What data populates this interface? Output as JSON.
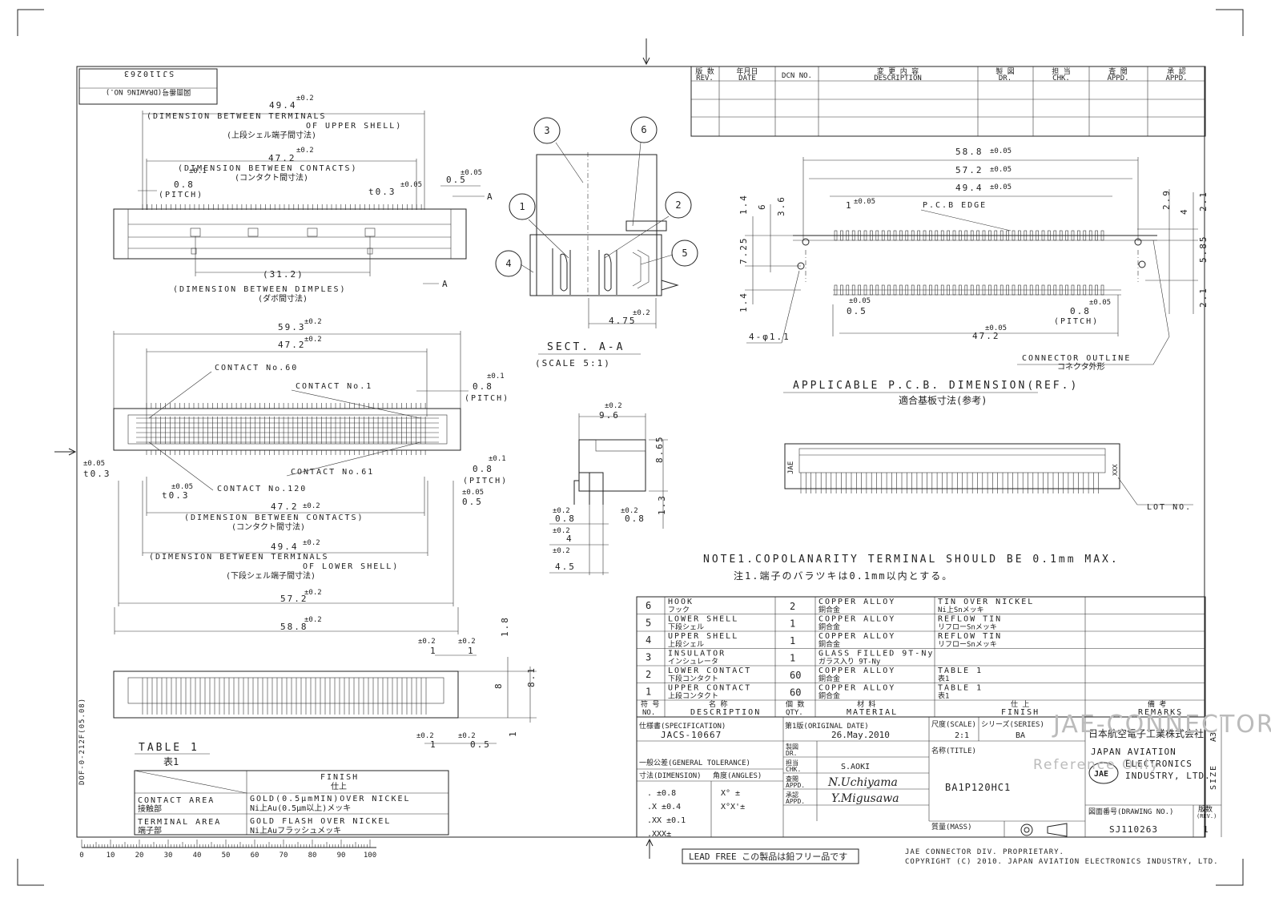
{
  "drawing_number_box": {
    "label": "図面番号(DRAWING NO.)",
    "value": "SJ110263"
  },
  "revision_table": {
    "headers": [
      {
        "jp": "版 数",
        "en": "REV."
      },
      {
        "jp": "年月日",
        "en": "DATE"
      },
      {
        "jp": "",
        "en": "DCN NO."
      },
      {
        "jp": "変 更 内 容",
        "en": "DESCRIPTION"
      },
      {
        "jp": "製 図",
        "en": "DR."
      },
      {
        "jp": "担 当",
        "en": "CHK."
      },
      {
        "jp": "査 閲",
        "en": "APPD."
      },
      {
        "jp": "承 認",
        "en": "APPD."
      }
    ]
  },
  "top_view": {
    "dim_terminals_upper": "49.4",
    "tol_02": "±0.2",
    "label_terminals_upper_1": "(DIMENSION BETWEEN TERMINALS",
    "label_terminals_upper_2": "OF UPPER SHELL)",
    "label_terminals_upper_jp": "(上段シェル端子間寸法)",
    "dim_contacts": "47.2",
    "label_contacts": "(DIMENSION BETWEEN CONTACTS)",
    "label_contacts_jp": "(コンタクト間寸法)",
    "pitch": "0.8",
    "tol_01": "±0.1",
    "label_pitch": "(PITCH)",
    "t03": "t0.3",
    "tol_005": "±0.05",
    "dim_05": "0.5",
    "section_mark": "A",
    "dim_dimples": "(31.2)",
    "label_dimples": "(DIMENSION BETWEEN DIMPLES)",
    "label_dimples_jp": "(ダボ間寸法)"
  },
  "section": {
    "balloons": [
      "1",
      "2",
      "3",
      "4",
      "5",
      "6"
    ],
    "dim": "4.75",
    "tol": "±0.2",
    "title": "SECT. A-A",
    "scale": "(SCALE 5:1)"
  },
  "pcb": {
    "dim_588": "58.8",
    "dim_572": "57.2",
    "dim_494": "49.4",
    "tol": "±0.05",
    "edge_label": "P.C.B EDGE",
    "dim_1": "1",
    "v_14a": "1.4",
    "v_6": "6",
    "v_36": "3.6",
    "v_725": "7.25",
    "v_14b": "1.4",
    "v_29": "2.9",
    "v_4": "4",
    "v_21a": "2.1",
    "v_585": "5.85",
    "v_21b": "2.1",
    "holes": "4-φ1.1",
    "dim_05": "0.5",
    "dim_08": "0.8",
    "pitch": "(PITCH)",
    "dim_472": "47.2",
    "outline": "CONNECTOR OUTLINE",
    "outline_jp": "コネクタ外形",
    "title": "APPLICABLE P.C.B. DIMENSION(REF.)",
    "title_jp": "適合基板寸法(参考)"
  },
  "front_view": {
    "dim_593": "59.3",
    "dim_472": "47.2",
    "tol_02": "±0.2",
    "contact_60": "CONTACT No.60",
    "contact_1": "CONTACT No.1",
    "contact_61": "CONTACT No.61",
    "contact_120": "CONTACT No.120",
    "pitch": "0.8",
    "tol_01": "±0.1",
    "label_pitch": "(PITCH)",
    "t03": "t0.3",
    "tol_005": "±0.05",
    "dim_05": "0.5",
    "label_contacts": "(DIMENSION BETWEEN CONTACTS)",
    "label_contacts_jp": "(コンタクト間寸法)",
    "dim_494": "49.4",
    "label_terminals_1": "(DIMENSION BETWEEN TERMINALS",
    "label_terminals_2": "OF LOWER SHELL)",
    "label_terminals_jp": "(下段シェル端子間寸法)",
    "dim_572": "57.2",
    "dim_588": "58.8"
  },
  "side_view": {
    "w": "9.6",
    "h": "8.65",
    "v13": "1.3",
    "a08": "0.8",
    "b08": "0.8",
    "d4": "4",
    "d45": "4.5",
    "tol": "±0.2"
  },
  "bottom_view": {
    "d1a": "1",
    "d1b": "1",
    "d18": "1.8",
    "d8": "8",
    "d81": "8.1",
    "d1c": "1",
    "d05": "0.5",
    "d1d": "1",
    "tol": "±0.2"
  },
  "lot": {
    "label": "LOT NO.",
    "marks": "JAE",
    "code": "XXX"
  },
  "note": {
    "en": "NOTE1.COPOLANARITY TERMINAL SHOULD BE 0.1mm MAX.",
    "jp": "注1.端子のバラツキは0.1mm以内とする。"
  },
  "table1": {
    "title": "TABLE 1",
    "title_jp": "表1",
    "finish_header": "FINISH",
    "finish_header_jp": "仕上",
    "rows": [
      {
        "area": "CONTACT AREA",
        "area_jp": "接触部",
        "finish": "GOLD(0.5μmMIN)OVER NICKEL",
        "finish_jp": "Ni上Au(0.5μm以上)メッキ"
      },
      {
        "area": "TERMINAL AREA",
        "area_jp": "端子部",
        "finish": "GOLD FLASH OVER NICKEL",
        "finish_jp": "Ni上Auフラッシュメッキ"
      }
    ]
  },
  "parts_list": {
    "rows": [
      {
        "no": "6",
        "desc": "HOOK",
        "desc_jp": "フック",
        "qty": "2",
        "mat": "COPPER ALLOY",
        "mat_jp": "銅合金",
        "finish": "TIN OVER NICKEL",
        "finish_jp": "Ni上Snメッキ"
      },
      {
        "no": "5",
        "desc": "LOWER SHELL",
        "desc_jp": "下段シェル",
        "qty": "1",
        "mat": "COPPER ALLOY",
        "mat_jp": "銅合金",
        "finish": "REFLOW TIN",
        "finish_jp": "リフローSnメッキ"
      },
      {
        "no": "4",
        "desc": "UPPER SHELL",
        "desc_jp": "上段シェル",
        "qty": "1",
        "mat": "COPPER ALLOY",
        "mat_jp": "銅合金",
        "finish": "REFLOW TIN",
        "finish_jp": "リフローSnメッキ"
      },
      {
        "no": "3",
        "desc": "INSULATOR",
        "desc_jp": "インシュレータ",
        "qty": "1",
        "mat": "GLASS FILLED 9T-Ny",
        "mat_jp": "ガラス入り 9T-Ny",
        "finish": "",
        "finish_jp": ""
      },
      {
        "no": "2",
        "desc": "LOWER CONTACT",
        "desc_jp": "下段コンタクト",
        "qty": "60",
        "mat": "COPPER ALLOY",
        "mat_jp": "銅合金",
        "finish": "TABLE 1",
        "finish_jp": "表1"
      },
      {
        "no": "1",
        "desc": "UPPER CONTACT",
        "desc_jp": "上段コンタクト",
        "qty": "60",
        "mat": "COPPER ALLOY",
        "mat_jp": "銅合金",
        "finish": "TABLE 1",
        "finish_jp": "表1"
      }
    ],
    "header": {
      "no_jp": "符 号",
      "no": "NO.",
      "desc_jp": "名 称",
      "desc": "DESCRIPTION",
      "qty_jp": "個 数",
      "qty": "QTY.",
      "mat_jp": "材 料",
      "mat": "MATERIAL",
      "finish_jp": "仕 上",
      "finish": "FINISH",
      "rem_jp": "備 考",
      "rem": "REMARKS"
    }
  },
  "title_block": {
    "spec_label": "仕様書(SPECIFICATION)",
    "spec": "JACS-10667",
    "orig_label": "第1版(ORIGINAL DATE)",
    "orig": "26.May.2010",
    "scale_label": "尺度(SCALE)",
    "scale": "2:1",
    "series_label": "シリーズ(SERIES)",
    "series": "BA",
    "company_jp": "日本航空電子工業株式会社",
    "company_1": "JAPAN AVIATION",
    "company_2": "ELECTRONICS",
    "company_3": "INDUSTRY, LTD.",
    "logo": "JAE",
    "size_label": "SIZE",
    "size": "A3",
    "gen_tol": "一般公差(GENERAL TOLERANCE)",
    "tol_dim": "寸法(DIMENSION)",
    "tol_ang": "角度(ANGLES)",
    "tol_rows": [
      ".  ±0.8",
      ".X  ±0.4",
      ".XX  ±0.1",
      ".XXX±"
    ],
    "ang_rows": [
      "X°  ±",
      "X°X'±"
    ],
    "dr_label": "製図",
    "dr_en": "DR.",
    "chk_label": "担当",
    "chk_en": "CHK.",
    "chk": "S.AOKI",
    "appd1_label": "査閲",
    "appd1_en": "APPD.",
    "appd1": "N.Uchiyama",
    "appd2_label": "承認",
    "appd2_en": "APPD.",
    "appd2": "Y.Migusawa",
    "title_label": "名称(TITLE)",
    "title": "BA1P120HC1",
    "mass_label": "質量(MASS)",
    "drawing_label": "図面番号(DRAWING NO.)",
    "drawing_no": "SJ110263",
    "rev_label": "版数",
    "rev_label_en": "(REV.)",
    "rev": "1"
  },
  "watermark": {
    "text": "JAE-CONNECTOR.COM",
    "sub": "Reference Only"
  },
  "footer": {
    "lead_free": "LEAD FREE この製品は鉛フリー品です",
    "proprietary": "JAE CONNECTOR DIV. PROPRIETARY.",
    "copyright": "COPYRIGHT (C) 2010. JAPAN AVIATION ELECTRONICS INDUSTRY, LTD.",
    "form": "DOF-0-212F(05.08)"
  },
  "ruler": {
    "labels": [
      "0",
      "10",
      "20",
      "30",
      "40",
      "50",
      "60",
      "70",
      "80",
      "90",
      "100"
    ]
  }
}
